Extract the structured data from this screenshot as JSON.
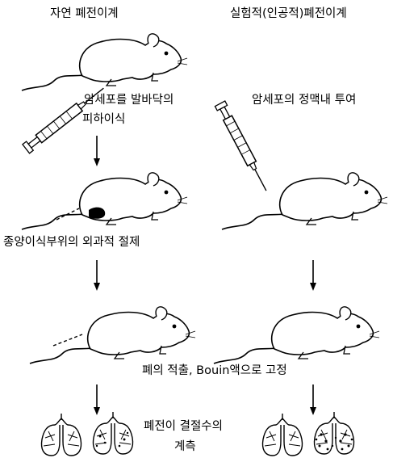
{
  "left_column": {
    "title": "자연 폐전이계",
    "step1": "암세포를 발바닥의",
    "step1b": "피하이식",
    "step2": "종양이식부위의 외과적 절제"
  },
  "right_column": {
    "title": "실험적(인공적)폐전이계",
    "step1": "암세포의 정맥내 투여"
  },
  "shared": {
    "fixation": "폐의 적출, Bouin액으로 고정",
    "count_line1": "폐전이 결절수의",
    "count_line2": "계측"
  }
}
